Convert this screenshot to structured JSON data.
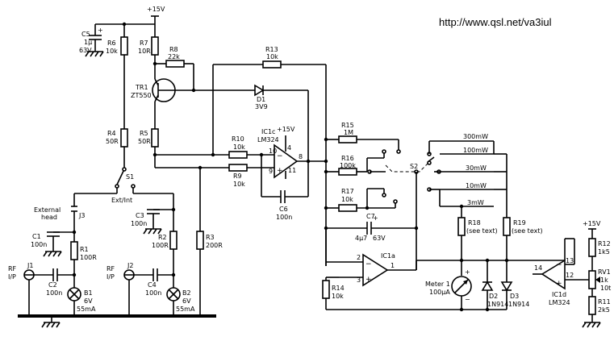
{
  "url": "http://www.qsl.net/va3iul",
  "supply": "+15V",
  "components": {
    "c5": [
      "C5",
      "1µ",
      "63V"
    ],
    "r6": [
      "R6",
      "10k"
    ],
    "r7": [
      "R7",
      "10R"
    ],
    "r8": [
      "R8",
      "22k"
    ],
    "r13": [
      "R13",
      "10k"
    ],
    "tr1": [
      "TR1",
      "ZT550"
    ],
    "d1": [
      "D1",
      "3V9"
    ],
    "r4": [
      "R4",
      "50R"
    ],
    "r5": [
      "R5",
      "50R"
    ],
    "r10": [
      "R10",
      "10k"
    ],
    "r9": [
      "R9",
      "10k"
    ],
    "ic1c": [
      "IC1c",
      "LM324"
    ],
    "ic1c_supply": "+15V",
    "c6": [
      "C6",
      "100n"
    ],
    "s1": "S1",
    "s1_pos": "Ext/Int",
    "j3": [
      "External",
      "head",
      "J3"
    ],
    "c1": [
      "C1",
      "100n"
    ],
    "c3": [
      "C3",
      "100n"
    ],
    "r1": [
      "R1",
      "100R"
    ],
    "r2": [
      "R2",
      "100R"
    ],
    "r3": [
      "R3",
      "200R"
    ],
    "j1": [
      "RF",
      "I/P",
      "J1"
    ],
    "j2": [
      "RF",
      "I/P",
      "J2"
    ],
    "c2": [
      "C2",
      "100n"
    ],
    "c4": [
      "C4",
      "100n"
    ],
    "b1": [
      "B1",
      "6V",
      "55mA"
    ],
    "b2": [
      "B2",
      "6V",
      "55mA"
    ],
    "r15": [
      "R15",
      "1M"
    ],
    "r16": [
      "R16",
      "100k"
    ],
    "r17": [
      "R17",
      "10k"
    ],
    "s2": "S2",
    "ranges": [
      "300mW",
      "100mW",
      "30mW",
      "10mW",
      "3mW"
    ],
    "c7": [
      "C7",
      "4µ7",
      "63V"
    ],
    "ic1a": "IC1a",
    "r18": [
      "R18",
      "(see text)"
    ],
    "r19": [
      "R19",
      "(see text)"
    ],
    "r14": [
      "R14",
      "10k"
    ],
    "meter": [
      "Meter 1",
      "100µA"
    ],
    "d2": [
      "D2",
      "1N914"
    ],
    "d3": [
      "D3",
      "1N914"
    ],
    "ic1d": [
      "IC1d",
      "LM324"
    ],
    "r12": [
      "R12",
      "1k5"
    ],
    "rv1": [
      "RV1",
      "1k",
      "10t"
    ],
    "r11": [
      "R11",
      "2k5"
    ],
    "r12_supply": "+15V"
  },
  "pins": {
    "ic1c": [
      "4",
      "8",
      "10",
      "9",
      "11"
    ],
    "ic1a": [
      "2",
      "1",
      "3"
    ],
    "ic1d": [
      "14",
      "13",
      "12"
    ]
  }
}
